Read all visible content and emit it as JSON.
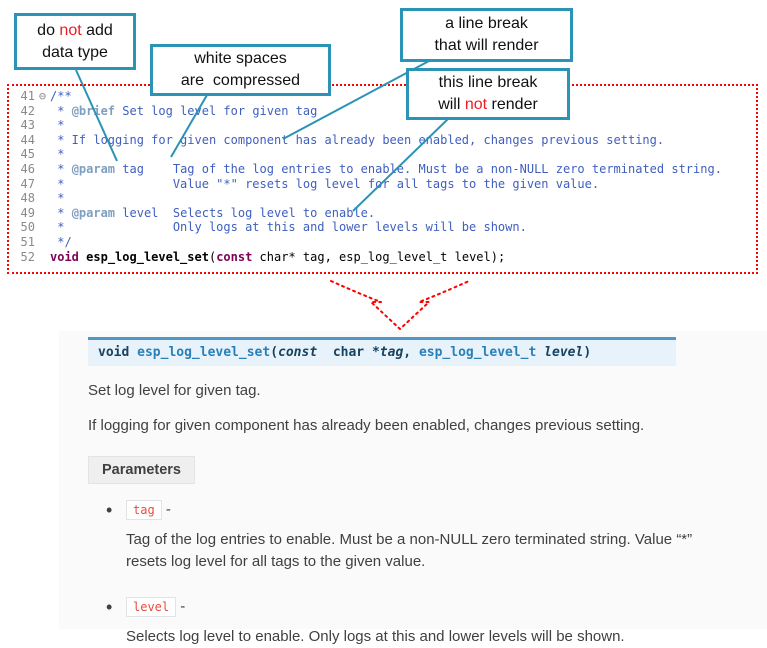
{
  "colors": {
    "callout_border": "#2b93b5",
    "highlight_red": "#ed1c24",
    "code_border_red": "#ff0000",
    "sig_accent": "#4f97c4",
    "param_name_red": "#e74c3c"
  },
  "callouts": {
    "box1": {
      "l1a": "do ",
      "l1b": "not",
      "l1c": " add",
      "l2": "data type"
    },
    "box2": {
      "l1": "white spaces",
      "l2": "are  compressed"
    },
    "box3": {
      "l1": "a line break",
      "l2": "that will render"
    },
    "box4": {
      "l1": "this line break",
      "l2a": "will ",
      "l2b": "not",
      "l2c": " render"
    }
  },
  "code": {
    "lines": [
      {
        "num": "41",
        "fold": "⊖",
        "seg": [
          {
            "t": "/**",
            "c": "doc"
          }
        ]
      },
      {
        "num": "42",
        "seg": [
          {
            "t": " * ",
            "c": "doc"
          },
          {
            "t": "@brief",
            "c": "tag"
          },
          {
            "t": " Set log level for given tag",
            "c": "doc"
          }
        ]
      },
      {
        "num": "43",
        "seg": [
          {
            "t": " *",
            "c": "doc"
          }
        ]
      },
      {
        "num": "44",
        "seg": [
          {
            "t": " * If logging for given component has already been enabled, changes previous setting.",
            "c": "doc"
          }
        ]
      },
      {
        "num": "45",
        "seg": [
          {
            "t": " *",
            "c": "doc"
          }
        ]
      },
      {
        "num": "46",
        "seg": [
          {
            "t": " * ",
            "c": "doc"
          },
          {
            "t": "@param",
            "c": "tag"
          },
          {
            "t": " tag    Tag of the log entries to enable. Must be a non-NULL zero terminated string.",
            "c": "doc"
          }
        ]
      },
      {
        "num": "47",
        "seg": [
          {
            "t": " *               Value \"*\" resets log level for all tags to the given value.",
            "c": "doc"
          }
        ]
      },
      {
        "num": "48",
        "seg": [
          {
            "t": " *",
            "c": "doc"
          }
        ]
      },
      {
        "num": "49",
        "seg": [
          {
            "t": " * ",
            "c": "doc"
          },
          {
            "t": "@param",
            "c": "tag"
          },
          {
            "t": " level  Selects log level to enable.",
            "c": "doc"
          }
        ]
      },
      {
        "num": "50",
        "seg": [
          {
            "t": " *               Only logs at this and lower levels will be shown.",
            "c": "doc"
          }
        ]
      },
      {
        "num": "51",
        "seg": [
          {
            "t": " */",
            "c": "doc"
          }
        ]
      },
      {
        "num": "52",
        "seg": [
          {
            "t": "void",
            "c": "kw"
          },
          {
            "t": " ",
            "c": "plain"
          },
          {
            "t": "esp_log_level_set",
            "c": "fn"
          },
          {
            "t": "(",
            "c": "plain"
          },
          {
            "t": "const",
            "c": "kw"
          },
          {
            "t": " char* tag, esp_log_level_t level);",
            "c": "plain"
          }
        ]
      }
    ]
  },
  "docs": {
    "signature": {
      "seg": [
        {
          "t": "void ",
          "c": "sig-kw"
        },
        {
          "t": "esp_log_level_set",
          "c": "sig-name"
        },
        {
          "t": "(",
          "c": "sig-plain"
        },
        {
          "t": "const",
          "c": "sig-kw-i"
        },
        {
          "t": "  char *",
          "c": "sig-plain"
        },
        {
          "t": "tag",
          "c": "sig-param"
        },
        {
          "t": ", ",
          "c": "sig-plain"
        },
        {
          "t": "esp_log_level_t ",
          "c": "sig-type"
        },
        {
          "t": "level",
          "c": "sig-param"
        },
        {
          "t": ")",
          "c": "sig-plain"
        }
      ]
    },
    "p1": "Set log level for given tag.",
    "p2": "If logging for given component has already been enabled, changes previous setting.",
    "params_label": "Parameters",
    "params": [
      {
        "name": "tag",
        "sep": " -",
        "desc": "Tag of the log entries to enable. Must be a non-NULL zero terminated string. Value “*” resets log level for all tags to the given value."
      },
      {
        "name": "level",
        "sep": " -",
        "desc": "Selects log level to enable. Only logs at this and lower levels will be shown."
      }
    ]
  }
}
